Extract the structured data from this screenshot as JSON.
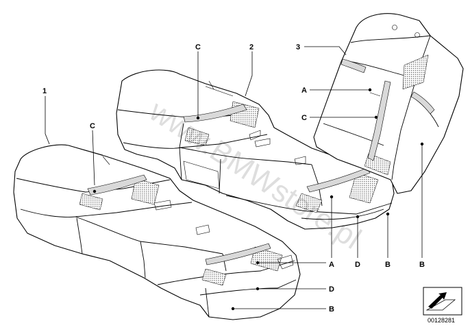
{
  "labels": {
    "item1": "1",
    "item2": "2",
    "item3": "3",
    "cushion_front_c": "C",
    "cushion_front_a": "A",
    "cushion_front_d": "D",
    "cushion_front_b": "B",
    "cushion_rear_c": "C",
    "cushion_rear_a": "A",
    "cushion_rear_d": "D",
    "cushion_rear_b": "B",
    "backrest_a": "A",
    "backrest_c": "C",
    "backrest_b": "B"
  },
  "watermark": "www.BMWstore.pl",
  "doc_number": "00128281",
  "colors": {
    "line": "#000000",
    "background": "#ffffff",
    "mesh": "#8c8c8c"
  }
}
